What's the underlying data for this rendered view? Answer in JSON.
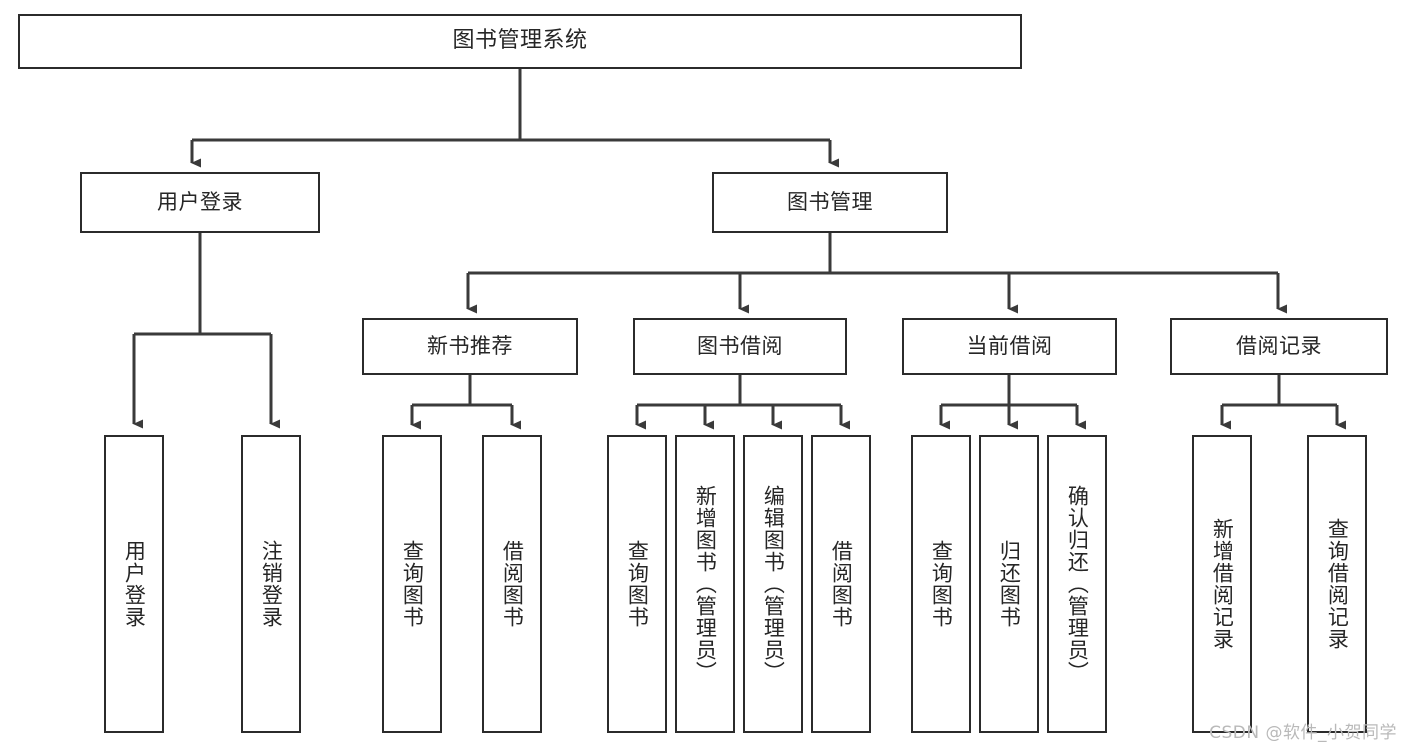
{
  "diagram": {
    "title": "图书管理系统",
    "type": "tree",
    "watermark": "CSDN @软件_小贺同学",
    "colors": {
      "box_border": "#2b2b2b",
      "box_fill": "#ffffff",
      "text": "#262626",
      "edge": "#3a3a3a",
      "watermark": "#b9b9b9"
    },
    "levels": {
      "level1": [
        {
          "id": "root",
          "label": "图书管理系统"
        }
      ],
      "level2": [
        {
          "id": "user-login",
          "label": "用户登录",
          "parent": "root"
        },
        {
          "id": "book-manage",
          "label": "图书管理",
          "parent": "root"
        }
      ],
      "level3": [
        {
          "id": "new-book-rec",
          "label": "新书推荐",
          "parent": "book-manage"
        },
        {
          "id": "book-borrow",
          "label": "图书借阅",
          "parent": "book-manage"
        },
        {
          "id": "current-borrow",
          "label": "当前借阅",
          "parent": "book-manage"
        },
        {
          "id": "borrow-record",
          "label": "借阅记录",
          "parent": "book-manage"
        }
      ],
      "leaves": [
        {
          "id": "leaf-user-login",
          "label": "用户登录",
          "parent": "user-login"
        },
        {
          "id": "leaf-logout",
          "label": "注销登录",
          "parent": "user-login"
        },
        {
          "id": "leaf-query-book-1",
          "label": "查询图书",
          "parent": "new-book-rec"
        },
        {
          "id": "leaf-borrow-book-1",
          "label": "借阅图书",
          "parent": "new-book-rec"
        },
        {
          "id": "leaf-query-book-2",
          "label": "查询图书",
          "parent": "book-borrow"
        },
        {
          "id": "leaf-add-book",
          "label": "新增图书（管理员）",
          "parent": "book-borrow"
        },
        {
          "id": "leaf-edit-book",
          "label": "编辑图书（管理员）",
          "parent": "book-borrow"
        },
        {
          "id": "leaf-borrow-book-2",
          "label": "借阅图书",
          "parent": "book-borrow"
        },
        {
          "id": "leaf-query-book-3",
          "label": "查询图书",
          "parent": "current-borrow"
        },
        {
          "id": "leaf-return-book",
          "label": "归还图书",
          "parent": "current-borrow"
        },
        {
          "id": "leaf-confirm-return",
          "label": "确认归还（管理员）",
          "parent": "current-borrow"
        },
        {
          "id": "leaf-add-record",
          "label": "新增借阅记录",
          "parent": "borrow-record"
        },
        {
          "id": "leaf-query-record",
          "label": "查询借阅记录",
          "parent": "borrow-record"
        }
      ]
    }
  }
}
